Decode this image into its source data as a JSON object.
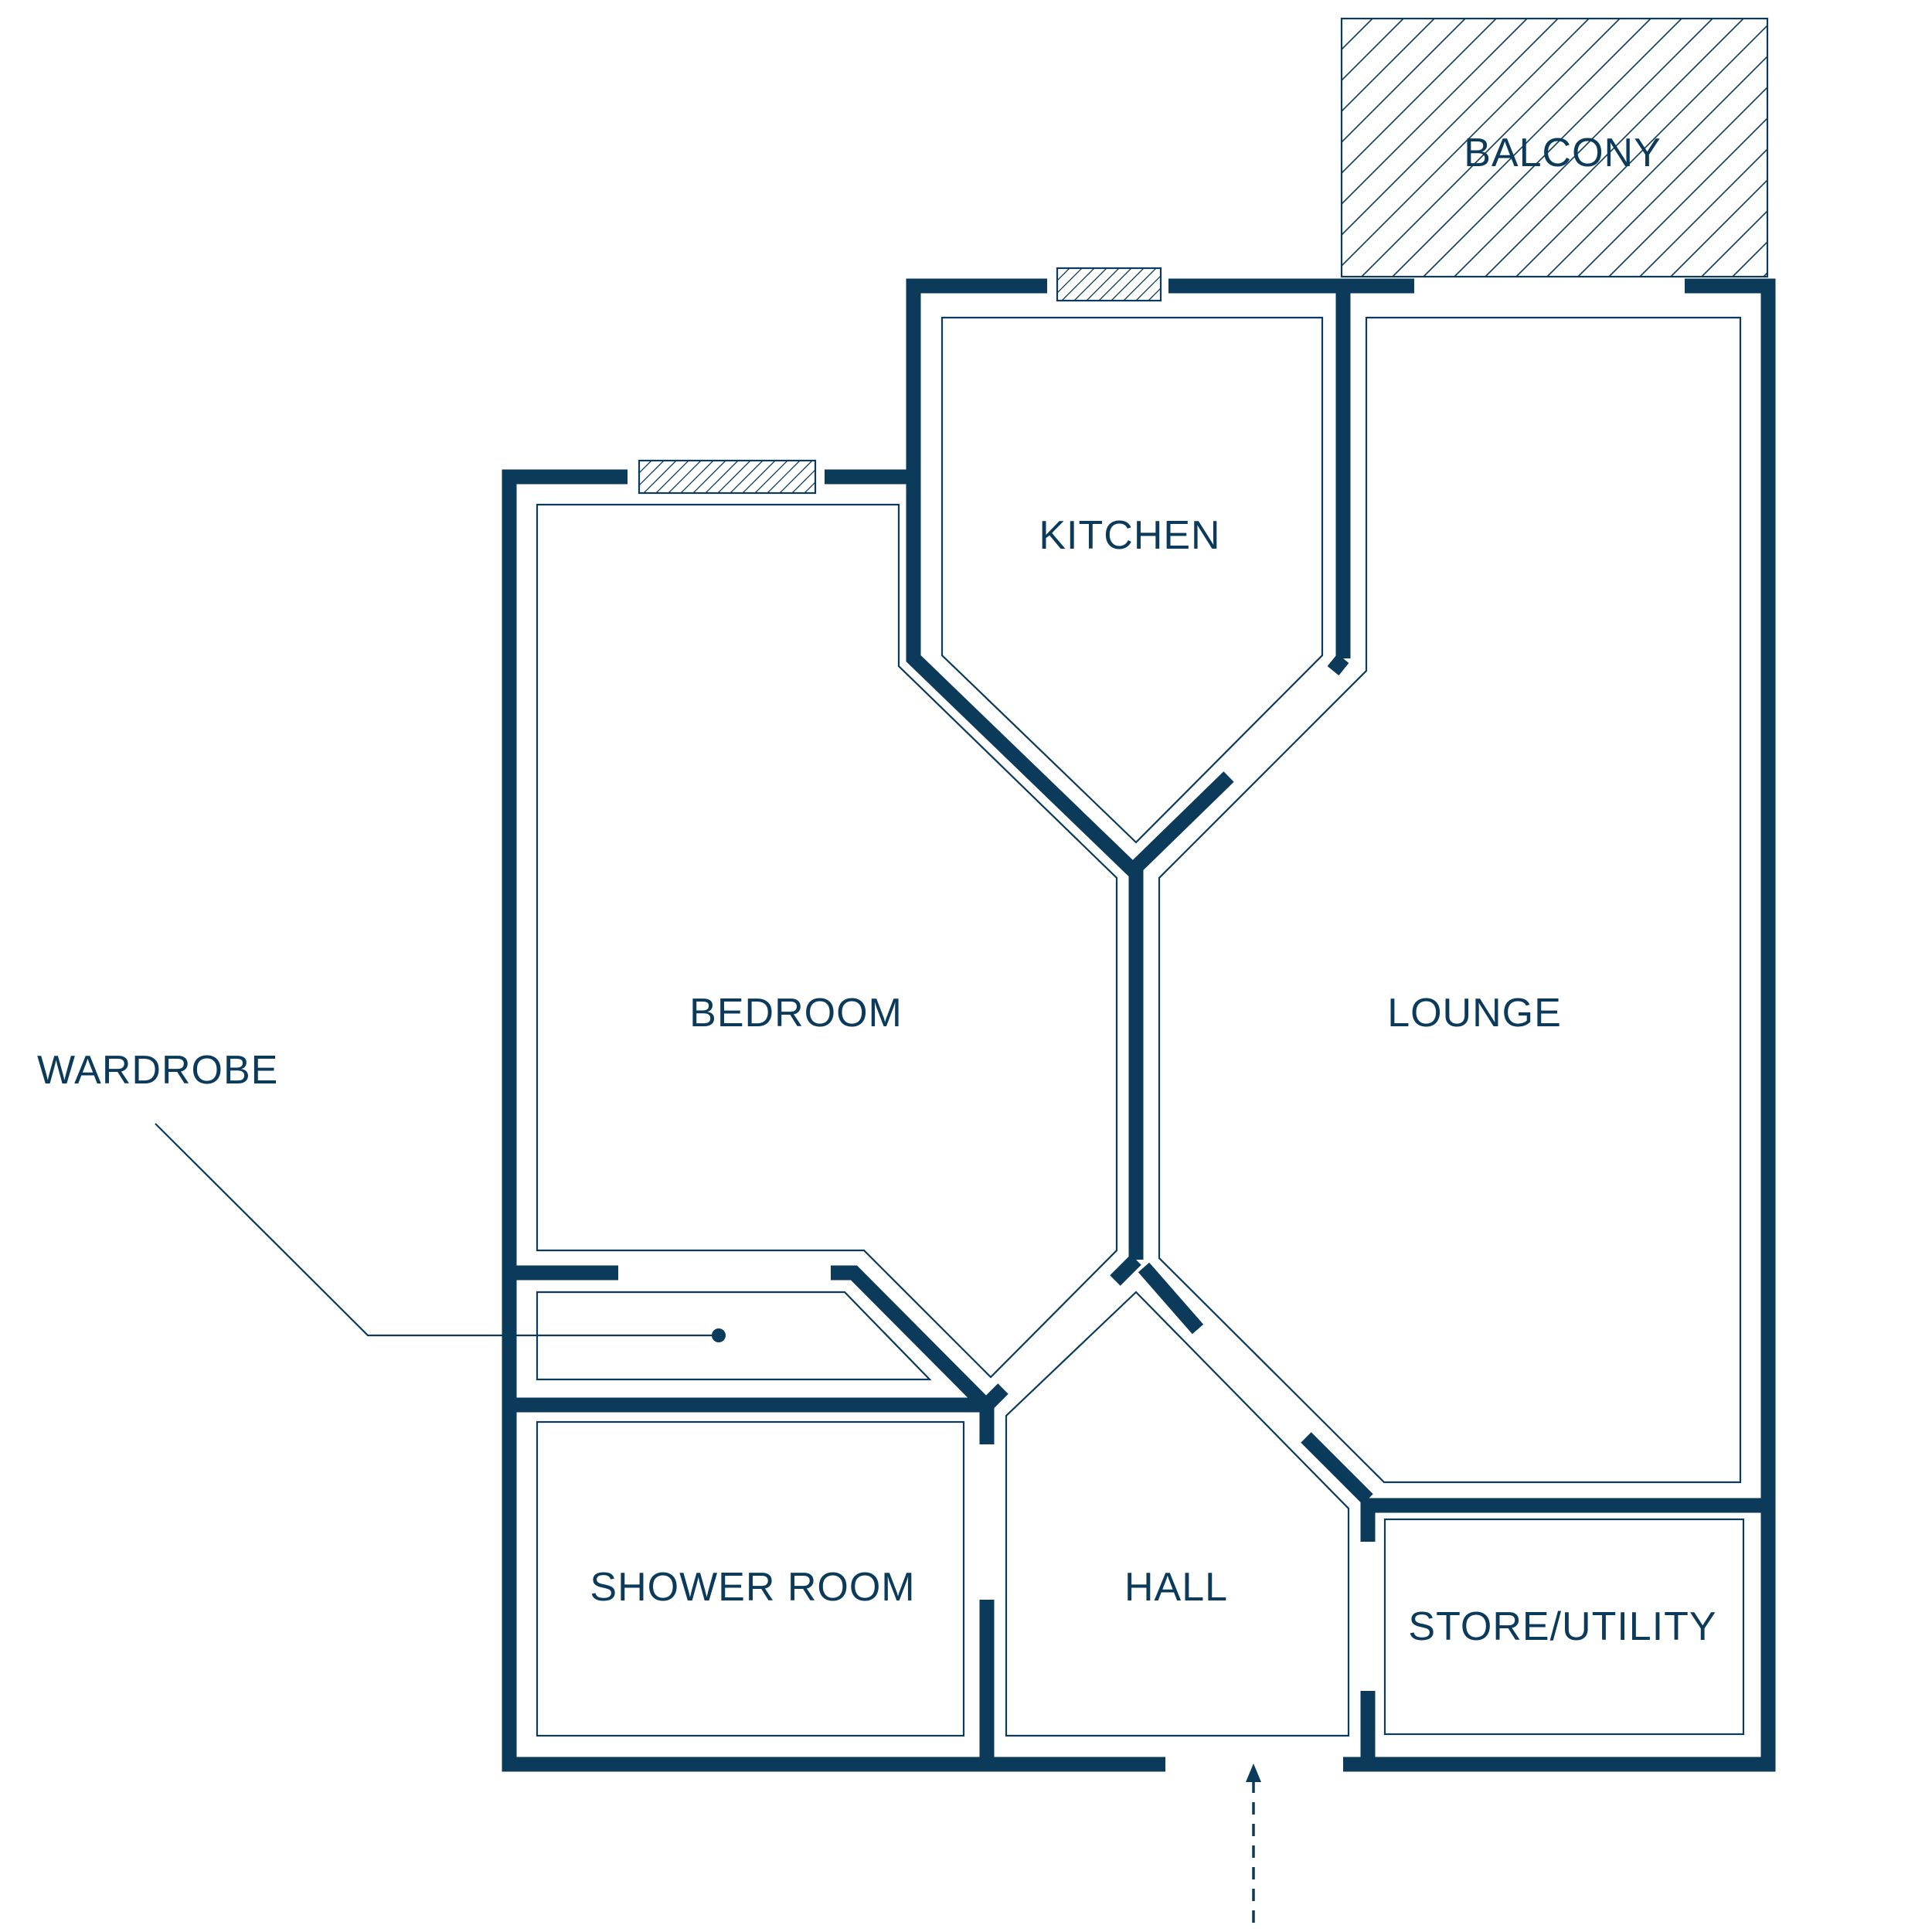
{
  "plan": {
    "rooms": {
      "balcony": "BALCONY",
      "kitchen": "KITCHEN",
      "bedroom": "BEDROOM",
      "lounge": "LOUNGE",
      "wardrobe": "WARDROBE",
      "shower_room": "SHOWER ROOM",
      "hall": "HALL",
      "store_utility": "STORE/UTILITY"
    },
    "colors": {
      "wall": "#0b3a5a",
      "background": "#ffffff"
    }
  }
}
